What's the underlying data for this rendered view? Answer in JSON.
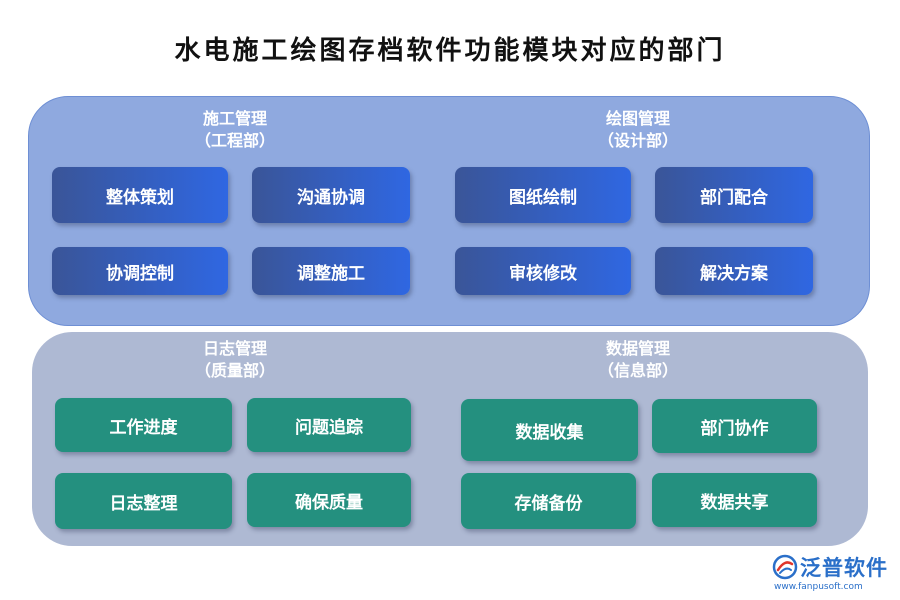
{
  "title": "水电施工绘图存档软件功能模块对应的部门",
  "sections": [
    {
      "name": "施工管理",
      "dept": "（工程部）",
      "modules": [
        "整体策划",
        "沟通协调",
        "协调控制",
        "调整施工"
      ]
    },
    {
      "name": "绘图管理",
      "dept": "（设计部）",
      "modules": [
        "图纸绘制",
        "部门配合",
        "审核修改",
        "解决方案"
      ]
    },
    {
      "name": "日志管理",
      "dept": "（质量部）",
      "modules": [
        "工作进度",
        "问题追踪",
        "日志整理",
        "确保质量"
      ]
    },
    {
      "name": "数据管理",
      "dept": "（信息部）",
      "modules": [
        "数据收集",
        "部门协作",
        "存储备份",
        "数据共享"
      ]
    }
  ],
  "logo": {
    "name": "泛普软件",
    "url": "www.fanpusoft.com",
    "icon": "fanpu-logo-icon"
  },
  "colors": {
    "top_panel": "#8fa9df",
    "bottom_panel": "#aeb9d3",
    "blue_box_start": "#3a5598",
    "blue_box_end": "#2f67e2",
    "teal_box": "#24907f",
    "brand": "#2a6fc9"
  }
}
